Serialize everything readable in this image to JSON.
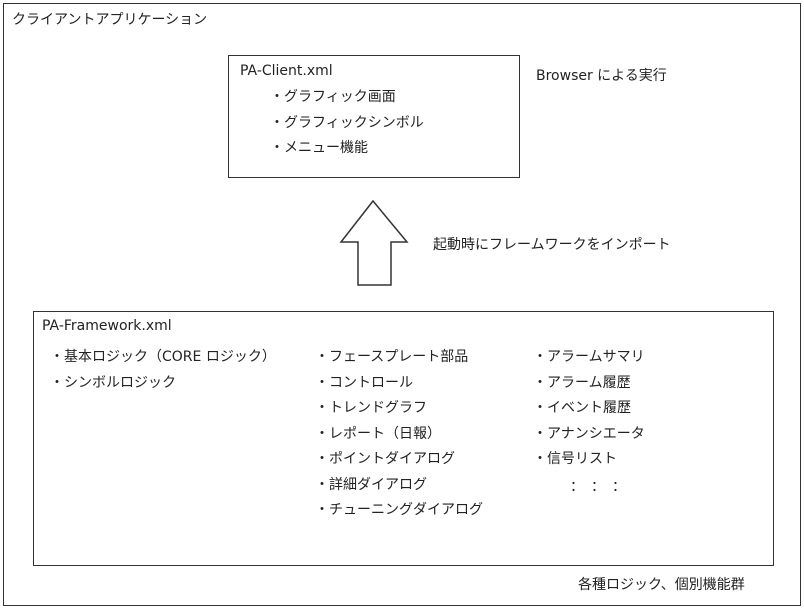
{
  "app_title": "クライアントアプリケーション",
  "client": {
    "filename": "PA-Client.xml",
    "items": [
      "グラフィック画面",
      "グラフィックシンボル",
      "メニュー機能"
    ]
  },
  "browser_label": "Browser による実行",
  "arrow_label": "起動時にフレームワークをインポート",
  "framework": {
    "filename": "PA-Framework.xml",
    "column1": [
      "基本ロジック（CORE ロジック）",
      "シンボルロジック"
    ],
    "column2": [
      "フェースプレート部品",
      "コントロール",
      "トレンドグラフ",
      "レポート（日報）",
      "ポイントダイアログ",
      "詳細ダイアログ",
      "チューニングダイアログ"
    ],
    "column3": [
      "アラームサマリ",
      "アラーム履歴",
      "イベント履歴",
      "アナンシエータ",
      "信号リスト"
    ],
    "ellipsis": "：　：　：",
    "caption": "各種ロジック、個別機能群"
  }
}
